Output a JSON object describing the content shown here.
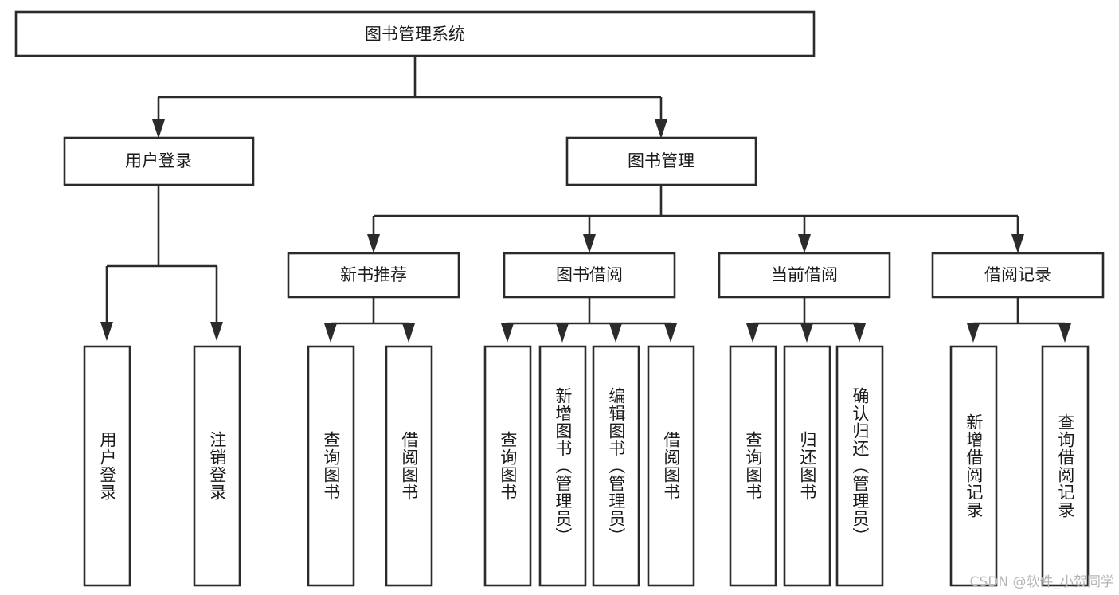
{
  "diagram": {
    "title": "图书管理系统",
    "type": "tree-hierarchy-diagram",
    "colors": {
      "stroke": "#2b2b2b",
      "box_fill": "#ffffff",
      "text": "#1a1a1a",
      "background": "#ffffff",
      "watermark": "#b5b5b5"
    },
    "root": {
      "label": "图书管理系统"
    },
    "level2": [
      {
        "label": "用户登录"
      },
      {
        "label": "图书管理"
      }
    ],
    "level3": [
      {
        "label": "新书推荐"
      },
      {
        "label": "图书借阅"
      },
      {
        "label": "当前借阅"
      },
      {
        "label": "借阅记录"
      }
    ],
    "leaves": {
      "user_login": [
        {
          "label": "用户登录"
        },
        {
          "label": "注销登录"
        }
      ],
      "new_book_recommend": [
        {
          "label": "查询图书"
        },
        {
          "label": "借阅图书"
        }
      ],
      "book_borrow": [
        {
          "label": "查询图书"
        },
        {
          "label": "新增图书（管理员）"
        },
        {
          "label": "编辑图书（管理员）"
        },
        {
          "label": "借阅图书"
        }
      ],
      "current_borrow": [
        {
          "label": "查询图书"
        },
        {
          "label": "归还图书"
        },
        {
          "label": "确认归还（管理员）"
        }
      ],
      "borrow_records": [
        {
          "label": "新增借阅记录"
        },
        {
          "label": "查询借阅记录"
        }
      ]
    },
    "watermark": "CSDN @软件_小贺同学"
  }
}
